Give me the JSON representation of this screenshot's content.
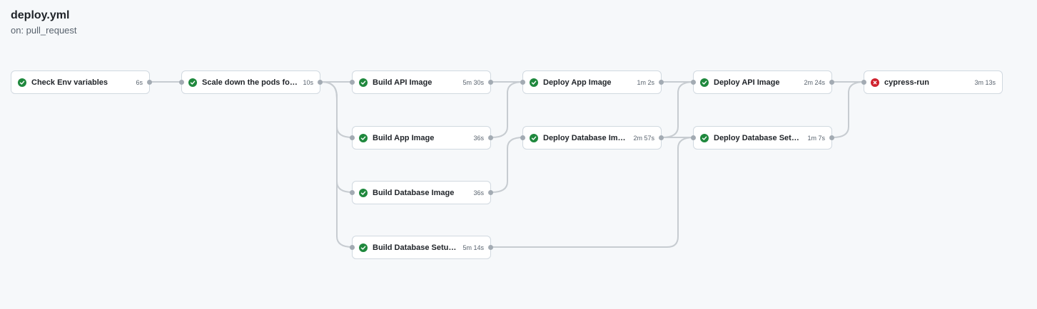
{
  "workflow": {
    "title": "deploy.yml",
    "trigger": "on: pull_request"
  },
  "colors": {
    "success": "#1f883d",
    "failure": "#cf222e",
    "connector": "#c7ccd1"
  },
  "jobs": [
    {
      "name": "Check Env variables",
      "duration": "6s",
      "status": "success"
    },
    {
      "name": "Scale down the pods for t...",
      "duration": "10s",
      "status": "success"
    },
    {
      "name": "Build API Image",
      "duration": "5m 30s",
      "status": "success"
    },
    {
      "name": "Build App Image",
      "duration": "36s",
      "status": "success"
    },
    {
      "name": "Build Database Image",
      "duration": "36s",
      "status": "success"
    },
    {
      "name": "Build Database Setup I...",
      "duration": "5m 14s",
      "status": "success"
    },
    {
      "name": "Deploy App Image",
      "duration": "1m 2s",
      "status": "success"
    },
    {
      "name": "Deploy Database Image",
      "duration": "2m 57s",
      "status": "success"
    },
    {
      "name": "Deploy API Image",
      "duration": "2m 24s",
      "status": "success"
    },
    {
      "name": "Deploy Database Setup ...",
      "duration": "1m 7s",
      "status": "success"
    },
    {
      "name": "cypress-run",
      "duration": "3m 13s",
      "status": "failure"
    }
  ]
}
